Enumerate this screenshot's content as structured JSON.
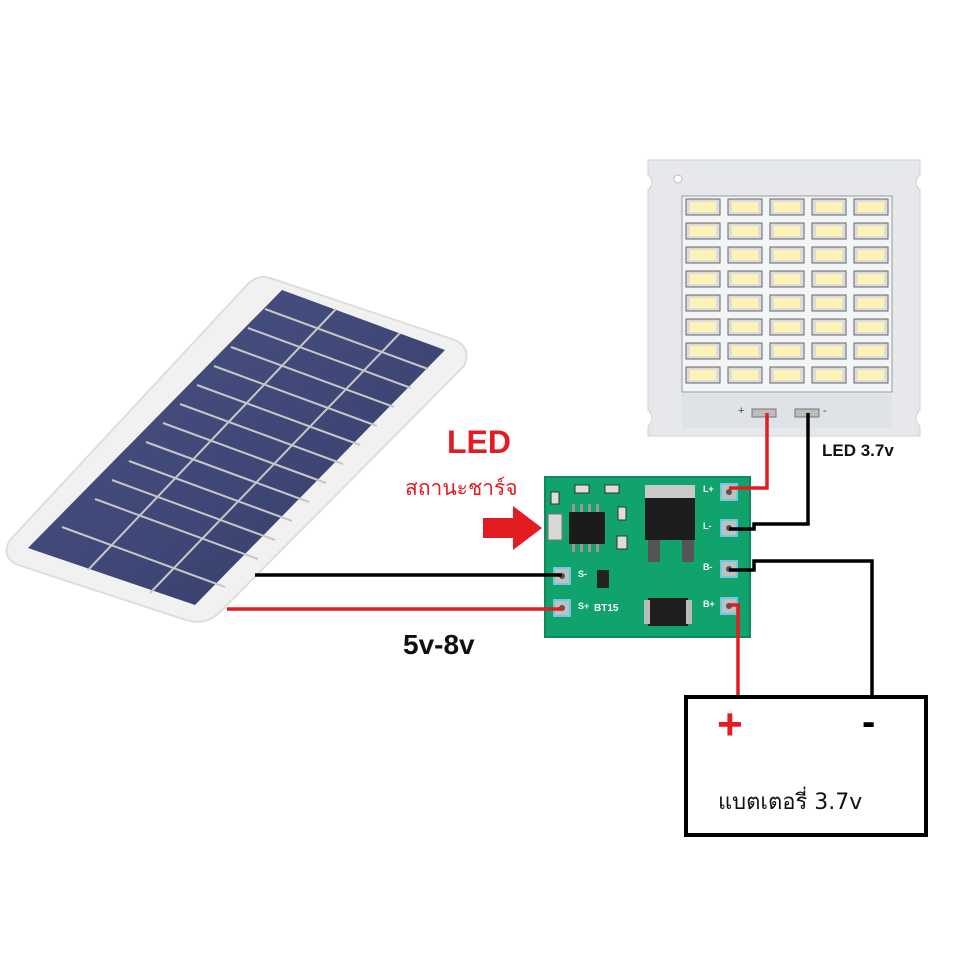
{
  "labels": {
    "led_indicator_title": "LED",
    "led_indicator_subtitle": "สถานะชาร์จ",
    "led_panel_voltage": "LED 3.7v",
    "input_voltage": "5v-8v",
    "battery_label": "แบตเตอรี่ 3.7v",
    "battery_plus": "+",
    "battery_minus": "-",
    "board_model": "BT15",
    "board_pins": [
      "L+",
      "L-",
      "B-",
      "B+"
    ],
    "solar_pins": [
      "S-",
      "S+"
    ],
    "led_panel_pads": [
      "+",
      "-"
    ]
  },
  "components": {
    "solar_panel": {
      "name": "Solar panel",
      "cell_color": "#3a4470"
    },
    "charger_board": {
      "name": "BT15 charger module",
      "pcb_color": "#11a06a"
    },
    "led_panel": {
      "name": "LED panel",
      "rows": 8,
      "cols": 5
    },
    "battery": {
      "name": "Battery 3.7v"
    }
  },
  "wires": [
    {
      "from": "solar_panel",
      "to": "board.S-",
      "color": "#000000"
    },
    {
      "from": "solar_panel",
      "to": "board.S+",
      "color": "#e31b23"
    },
    {
      "from": "led_panel.+",
      "to": "board.L+",
      "color": "#e31b23"
    },
    {
      "from": "led_panel.-",
      "to": "board.L-",
      "color": "#000000"
    },
    {
      "from": "board.B-",
      "to": "battery.-",
      "color": "#000000"
    },
    {
      "from": "board.B+",
      "to": "battery.+",
      "color": "#e31b23"
    }
  ],
  "colors": {
    "red": "#e31b23",
    "black": "#000000",
    "pcb": "#11a06a"
  }
}
